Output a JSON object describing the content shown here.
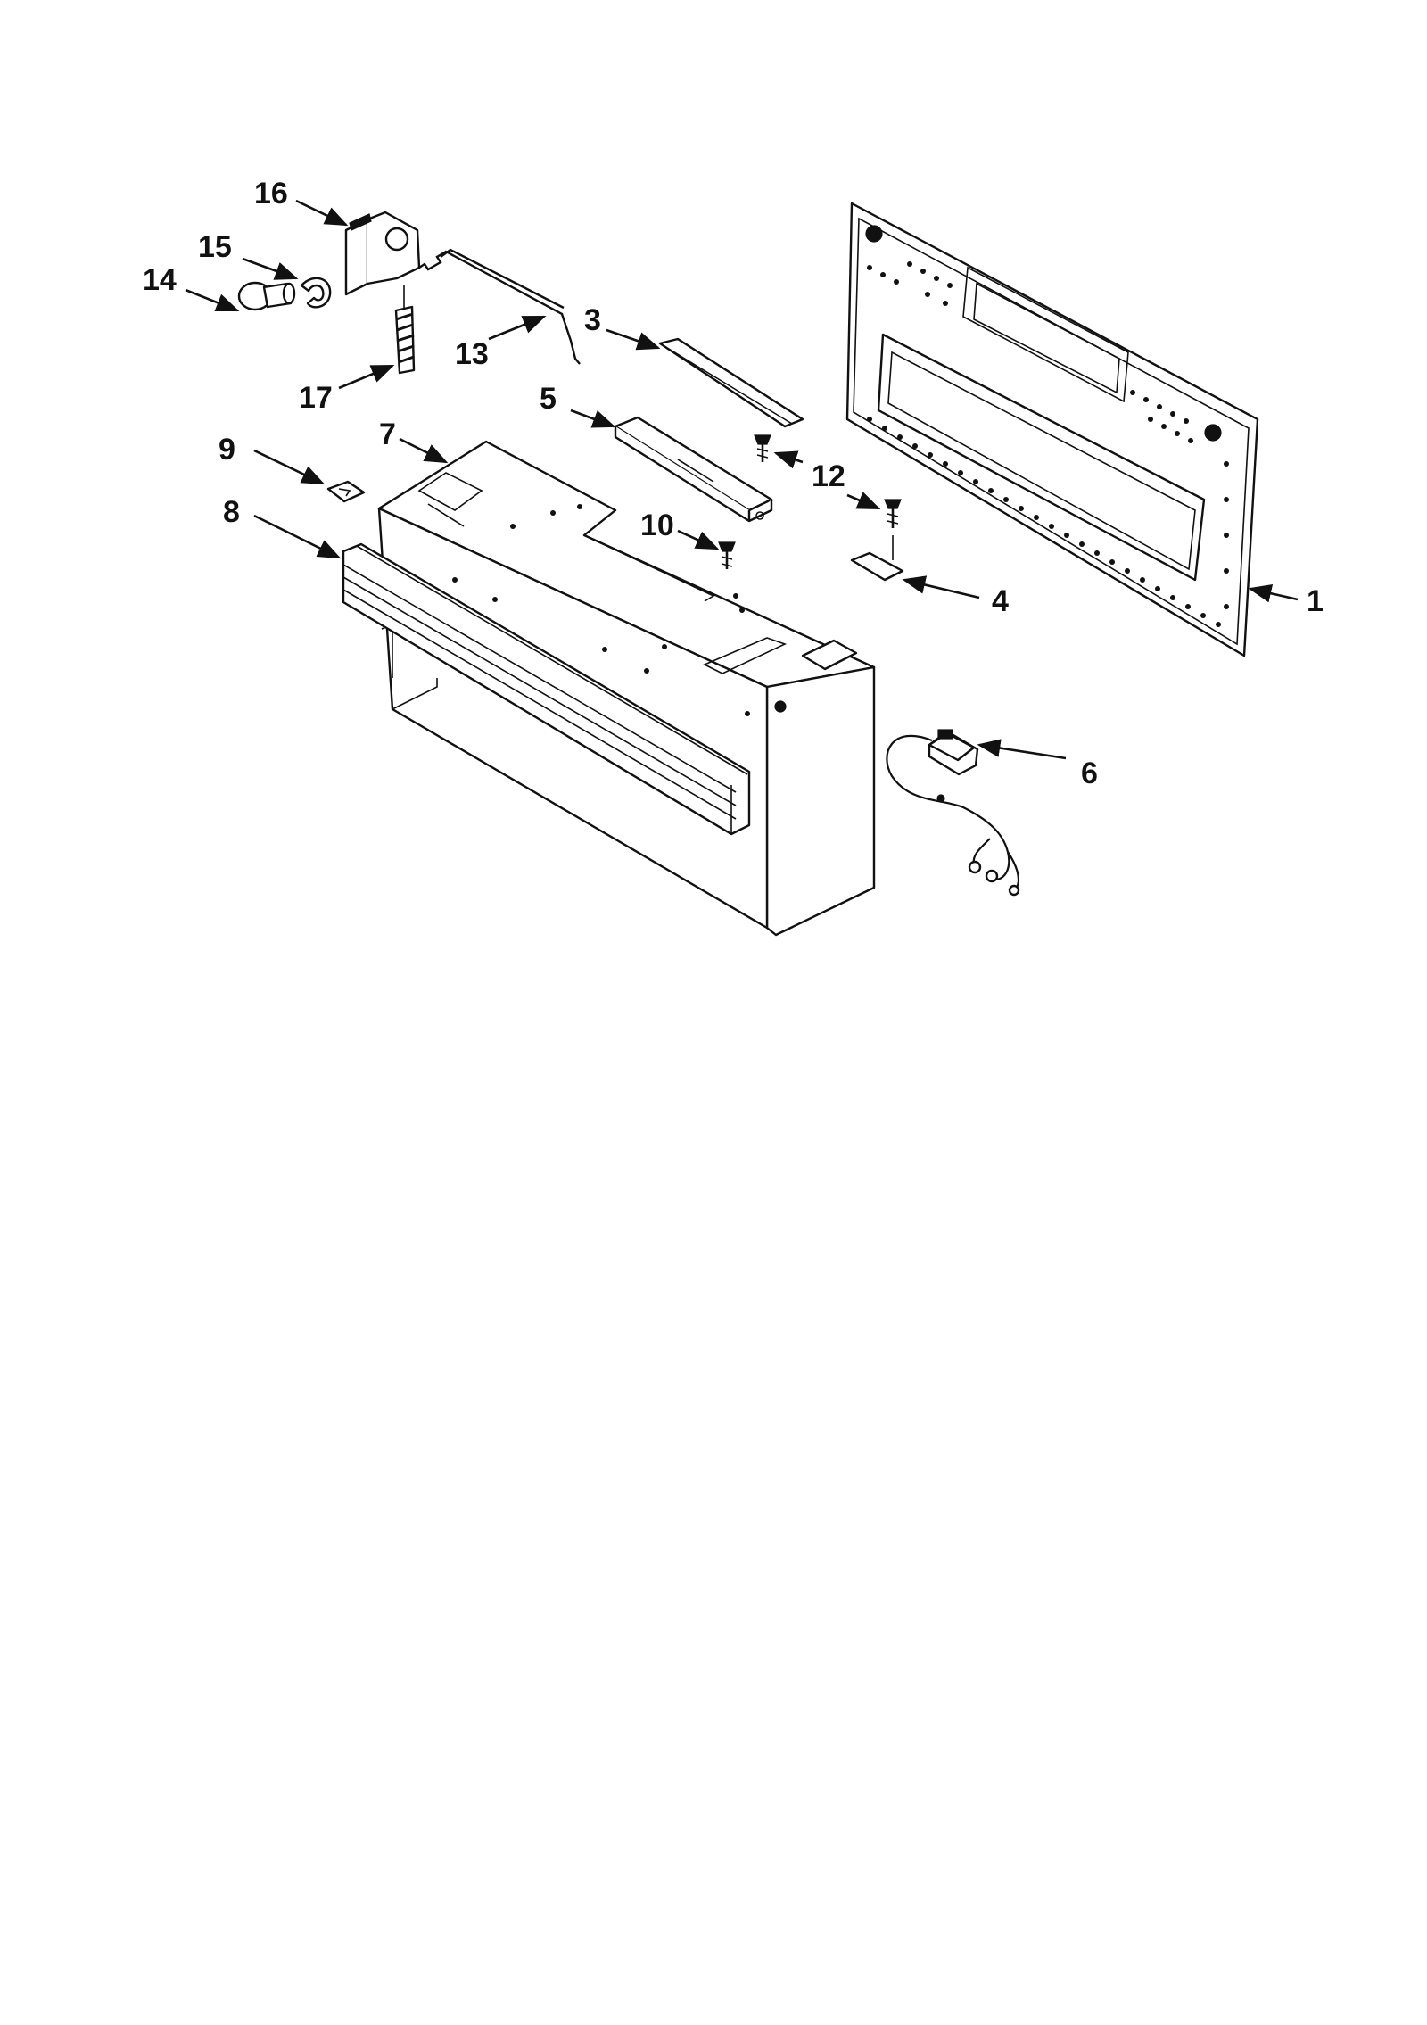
{
  "colors": {
    "ink": "#111111",
    "paper": "#ffffff"
  },
  "callouts": [
    {
      "id": "16",
      "label": "16"
    },
    {
      "id": "15",
      "label": "15"
    },
    {
      "id": "14",
      "label": "14"
    },
    {
      "id": "17",
      "label": "17"
    },
    {
      "id": "13",
      "label": "13"
    },
    {
      "id": "3",
      "label": "3"
    },
    {
      "id": "5",
      "label": "5"
    },
    {
      "id": "12",
      "label": "12"
    },
    {
      "id": "9",
      "label": "9"
    },
    {
      "id": "7",
      "label": "7"
    },
    {
      "id": "8",
      "label": "8"
    },
    {
      "id": "10",
      "label": "10"
    },
    {
      "id": "4",
      "label": "4"
    },
    {
      "id": "1",
      "label": "1"
    },
    {
      "id": "6",
      "label": "6"
    }
  ]
}
